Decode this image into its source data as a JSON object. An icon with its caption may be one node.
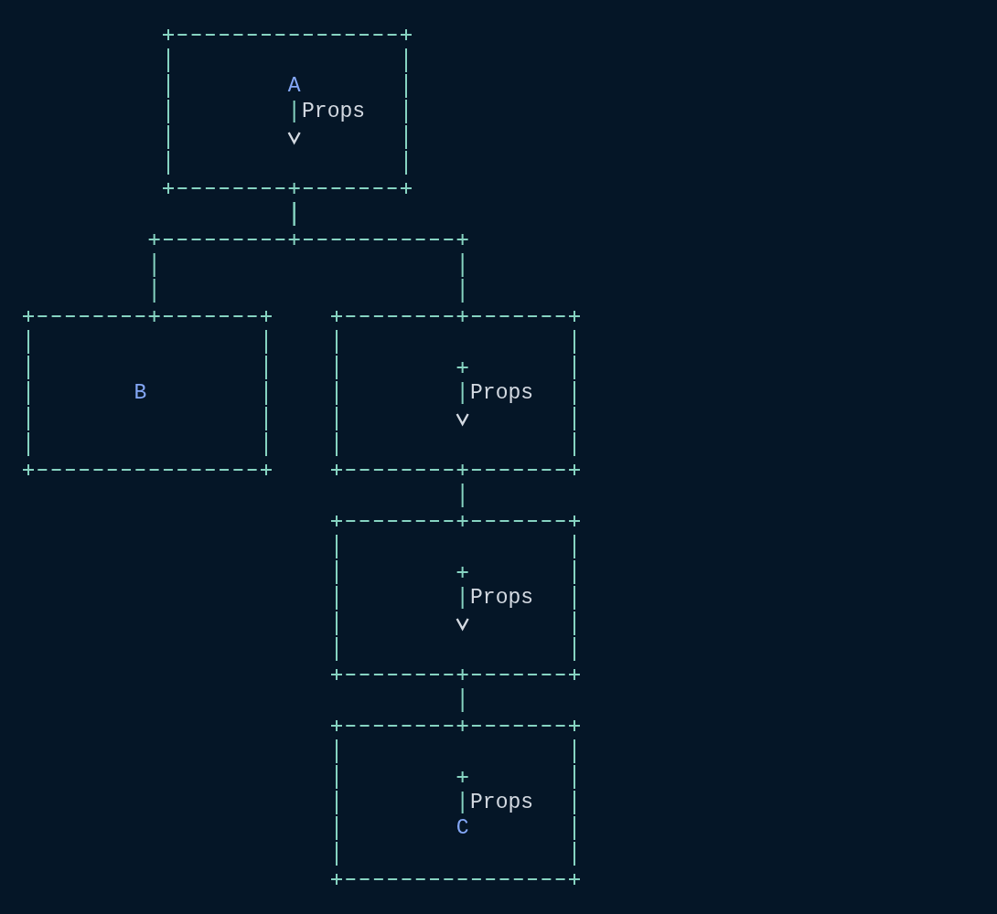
{
  "diagram": {
    "nodes": [
      {
        "text": [
          "A",
          "Props"
        ]
      },
      {
        "text": [
          "B"
        ]
      },
      {
        "text": [
          "Props"
        ]
      },
      {
        "text": [
          "Props"
        ]
      },
      {
        "text": [
          "Props",
          "C"
        ]
      }
    ],
    "edges": [
      {
        "from": 0,
        "to": 1,
        "arrow": "none"
      },
      {
        "from": 0,
        "to": 2,
        "arrow": "none"
      },
      {
        "from": 2,
        "to": 3,
        "arrow": "none"
      },
      {
        "from": 3,
        "to": 4,
        "arrow": "none"
      }
    ]
  }
}
